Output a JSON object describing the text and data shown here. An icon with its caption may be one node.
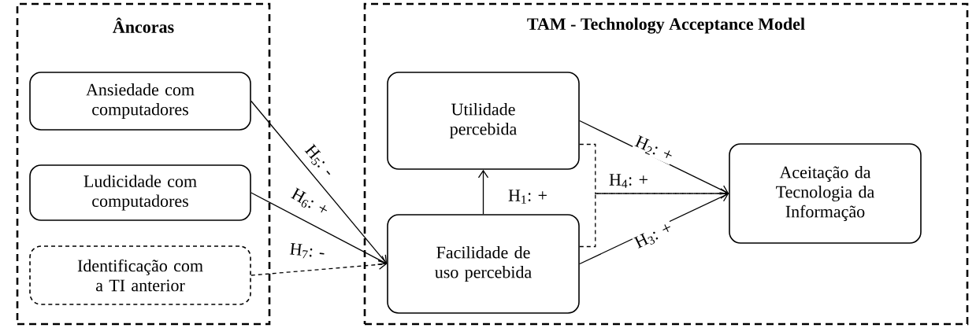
{
  "diagram": {
    "nodes": [
      {
        "text": [
          "Âncoras"
        ]
      },
      {
        "text": [
          "Ansiedade com computadores"
        ],
        "in": 0
      },
      {
        "text": [
          "Ludicidade com computadores"
        ],
        "in": 0
      },
      {
        "text": [
          "Identificação com a TI anterior"
        ],
        "in": 0
      },
      {
        "text": [
          "TAM - Technology Acceptance Model"
        ]
      },
      {
        "text": [
          "Utilidade percebida"
        ],
        "in": 4
      },
      {
        "text": [
          "Facilidade de uso percebida"
        ],
        "in": 4
      },
      {
        "text": [
          "Aceitação da Tecnologia da Informação"
        ],
        "in": 4
      }
    ],
    "edges": [
      {
        "from": 1,
        "to": 6,
        "arrow": "to",
        "label": "H$_{5}$: -"
      },
      {
        "from": 2,
        "to": 6,
        "arrow": "to",
        "label": "H$_{6}$: +"
      },
      {
        "from": 3,
        "to": 6,
        "arrow": "to",
        "label": "H$_{7}$: -",
        "style": "dashed"
      },
      {
        "from": 6,
        "to": 5,
        "arrow": "to",
        "label": "H$_{1}$: +"
      },
      {
        "from": 5,
        "to": 7,
        "arrow": "to",
        "label": "H$_{2}$: +"
      },
      {
        "from": 6,
        "to": 7,
        "arrow": "to",
        "label": "H$_{3}$: +"
      },
      {
        "from": 5,
        "to": 7,
        "arrow": "to",
        "label": "H$_{4}$: +",
        "style": "dashed"
      },
      {
        "from": 6,
        "to": 7,
        "arrow": "to",
        "style": "dashed"
      }
    ]
  }
}
